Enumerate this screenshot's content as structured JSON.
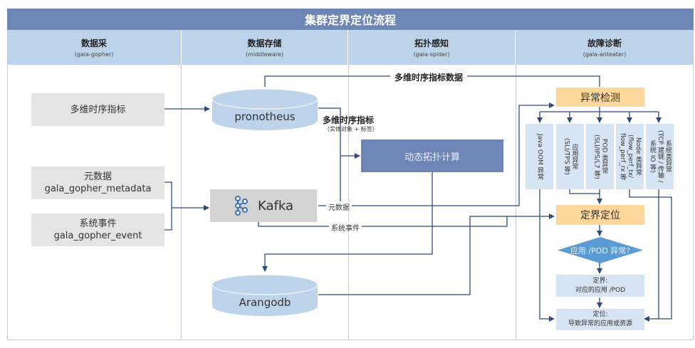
{
  "title": "集群定界定位流程",
  "lanes": [
    {
      "title": "数据采",
      "subtitle": "(gala-gopher)"
    },
    {
      "title": "数据存储",
      "subtitle": "(middleware)"
    },
    {
      "title": "拓扑感知",
      "subtitle": "(gala-spider)"
    },
    {
      "title": "故障诊断",
      "subtitle": "(gala-anteater)"
    }
  ],
  "sources": {
    "metrics": "多维时序指标",
    "metadata_title": "元数据",
    "metadata_name": "gala_gopher_metadata",
    "event_title": "系统事件",
    "event_name": "gala_gopher_event"
  },
  "storage": {
    "prometheus": "pronotheus",
    "kafka": "Kafka",
    "arangodb": "Arangodb"
  },
  "topology": {
    "compute": "动态拓扑计算"
  },
  "labels": {
    "metrics_data": "多维时序指标数据",
    "metrics": "多维时序指标",
    "metrics_sub": "（实体对象 + 标签）",
    "metadata": "元数据",
    "event": "系统事件"
  },
  "diagnosis": {
    "detect": "异常检测",
    "categories": [
      "Java OOM 异常",
      "应用异常\n(SLI/TPS 等)",
      "POD 类异常\n(SLI/IPS/L7 等)",
      "Node 类异常\n(flow_perf_tx/\nflow_perf_rx 等",
      "系统类异常\n(TCP 建链 / 传输 /\n系统 IO 等)"
    ],
    "locate": "定界定位",
    "decision": "应用 /POD 异常?",
    "bound_title": "定界:",
    "bound_desc": "对应的应用 /POD",
    "pos_title": "定位:",
    "pos_desc": "导致异常的应用或资源"
  },
  "colors": {
    "header": "#6d86b5",
    "lane_header": "#bcd3ea",
    "source_box": "#e4e4e4",
    "cylinder": "#bcd3ea",
    "kafka_box": "#d3d3d3",
    "highlight": "#fcd69b",
    "light_box": "#d6e4f3",
    "decision": "#5b9bd5",
    "line": "#2f4a7d"
  }
}
